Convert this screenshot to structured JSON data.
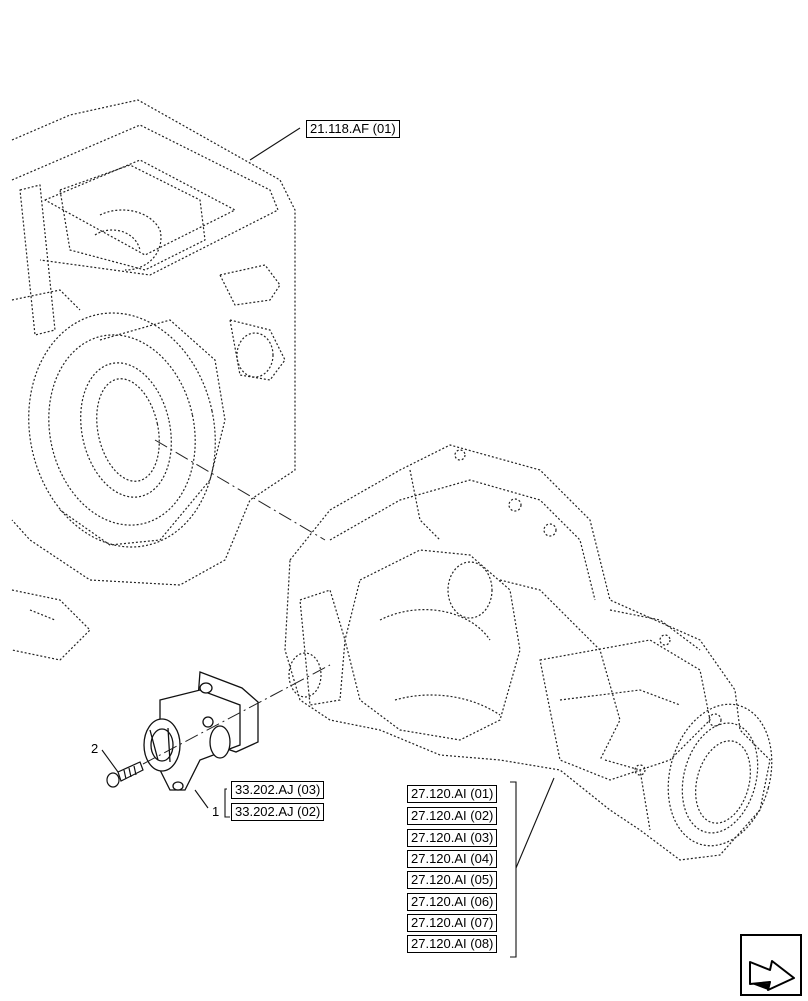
{
  "references": {
    "housing": "21.118.AF (01)",
    "valve": [
      "33.202.AJ (03)",
      "33.202.AJ (02)"
    ],
    "axle": [
      "27.120.AI (01)",
      "27.120.AI (02)",
      "27.120.AI (03)",
      "27.120.AI (04)",
      "27.120.AI (05)",
      "27.120.AI (06)",
      "27.120.AI (07)",
      "27.120.AI (08)"
    ]
  },
  "items": {
    "part_1": "1",
    "part_2": "2"
  },
  "navigation": {
    "icon": "next-page-arrow-icon"
  }
}
